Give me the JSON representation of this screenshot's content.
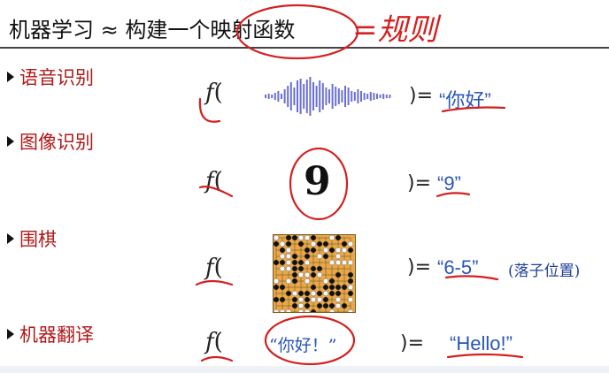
{
  "title": {
    "text": "机器学习 ≈ 构建一个映射函数"
  },
  "annotation": {
    "text": "=规则"
  },
  "rows": [
    {
      "label": "语音识别",
      "func": "f",
      "equals": ")=",
      "output": "“你好”"
    },
    {
      "label": "图像识别",
      "func": "f",
      "equals": ")=",
      "output": "“9”",
      "input_text": "9"
    },
    {
      "label": "围棋",
      "func": "f",
      "equals": ")=",
      "output": "“6-5”",
      "note": "(落子位置)"
    },
    {
      "label": "机器翻译",
      "func": "f",
      "equals": ")=",
      "output": "“Hello!”",
      "input_text": "“你好！”"
    }
  ],
  "icons": {
    "audio": "waveform-icon",
    "digit": "handwritten-digit-image",
    "board": "go-board-image"
  },
  "colors": {
    "label": "#b01818",
    "output": "#2a55b8",
    "ink": "#d42020"
  }
}
